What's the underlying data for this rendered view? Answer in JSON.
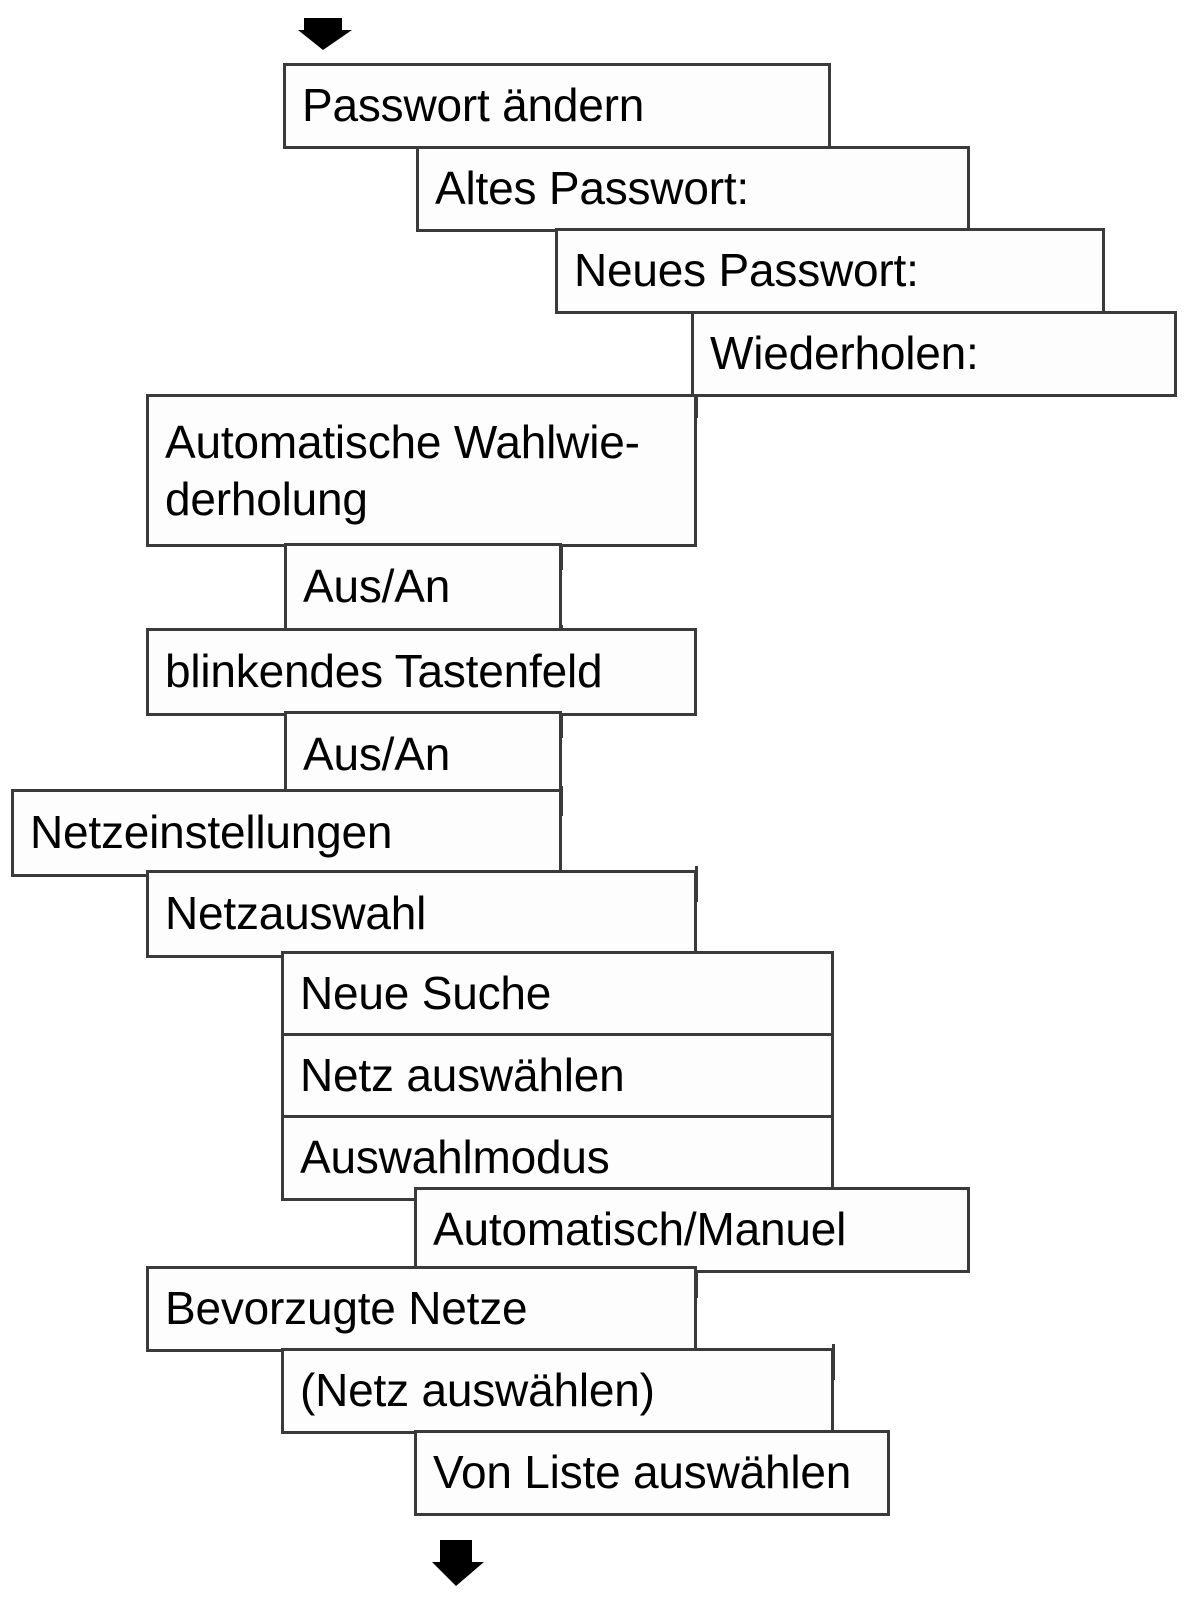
{
  "diagram": {
    "title": "Menuestruktur Passwort / Netzeinstellungen",
    "type": "cascading-menu-tree",
    "background_color": "#ffffff",
    "box_fill": "#fdfdfd",
    "box_border_color": "#3a3a3a",
    "text_color": "#000000",
    "entry_arrow": {
      "name": "flow-in-arrow",
      "direction": "down"
    },
    "exit_arrow": {
      "name": "flow-out-arrow",
      "direction": "down"
    },
    "nodes": [
      {
        "id": "passwort-aendern",
        "label": "Passwort ändern"
      },
      {
        "id": "altes-passwort",
        "label": "Altes Passwort:"
      },
      {
        "id": "neues-passwort",
        "label": "Neues Passwort:"
      },
      {
        "id": "wiederholen",
        "label": "Wiederholen:"
      },
      {
        "id": "auto-wahlwiederholung",
        "label": "Automatische Wahlwie-\nderholung"
      },
      {
        "id": "aus-an-1",
        "label": "Aus/An"
      },
      {
        "id": "blinkendes-tastenfeld",
        "label": "blinkendes Tastenfeld"
      },
      {
        "id": "aus-an-2",
        "label": "Aus/An"
      },
      {
        "id": "netzeinstellungen",
        "label": "Netzeinstellungen"
      },
      {
        "id": "netzauswahl",
        "label": "Netzauswahl"
      },
      {
        "id": "neue-suche",
        "label": "Neue Suche"
      },
      {
        "id": "netz-auswaehlen",
        "label": "Netz auswählen"
      },
      {
        "id": "auswahlmodus",
        "label": "Auswahlmodus"
      },
      {
        "id": "automatisch-manuel",
        "label": "Automatisch/Manuel"
      },
      {
        "id": "bevorzugte-netze",
        "label": "Bevorzugte Netze"
      },
      {
        "id": "netz-auswaehlen-paren",
        "label": "(Netz auswählen)"
      },
      {
        "id": "von-liste-auswaehlen",
        "label": "Von Liste auswählen"
      }
    ]
  }
}
